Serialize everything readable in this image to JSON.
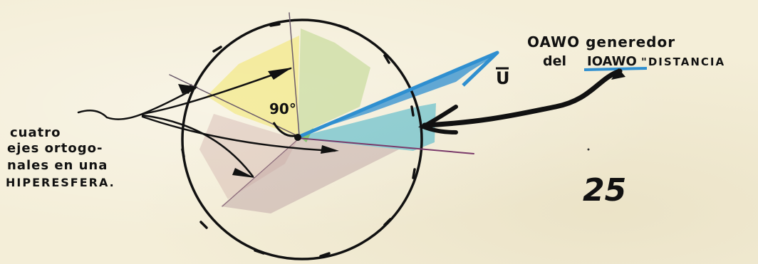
{
  "labels": {
    "angle": "90°",
    "vector": "U",
    "note_line1": "OAWO generedor",
    "note_line2_a": "del",
    "note_line2_b": "IOAWO",
    "note_line2_c": "\"DISTANCIA",
    "left_line1": "cuatro",
    "left_line2": "ejes ortogo-",
    "left_line3": "nales en una",
    "left_line4": "HIPERESFERA.",
    "page_number": "25"
  },
  "colors": {
    "ink": "#111111",
    "paper": "#f4eed8",
    "yellow_sector": "#f2e66a",
    "green_sector": "#c6d98a",
    "blue_vector": "#2f9ad8",
    "cyan_sector": "#3fb3c9",
    "purple_axis": "#7a3a6a",
    "brown_sector": "#a57a7a"
  }
}
